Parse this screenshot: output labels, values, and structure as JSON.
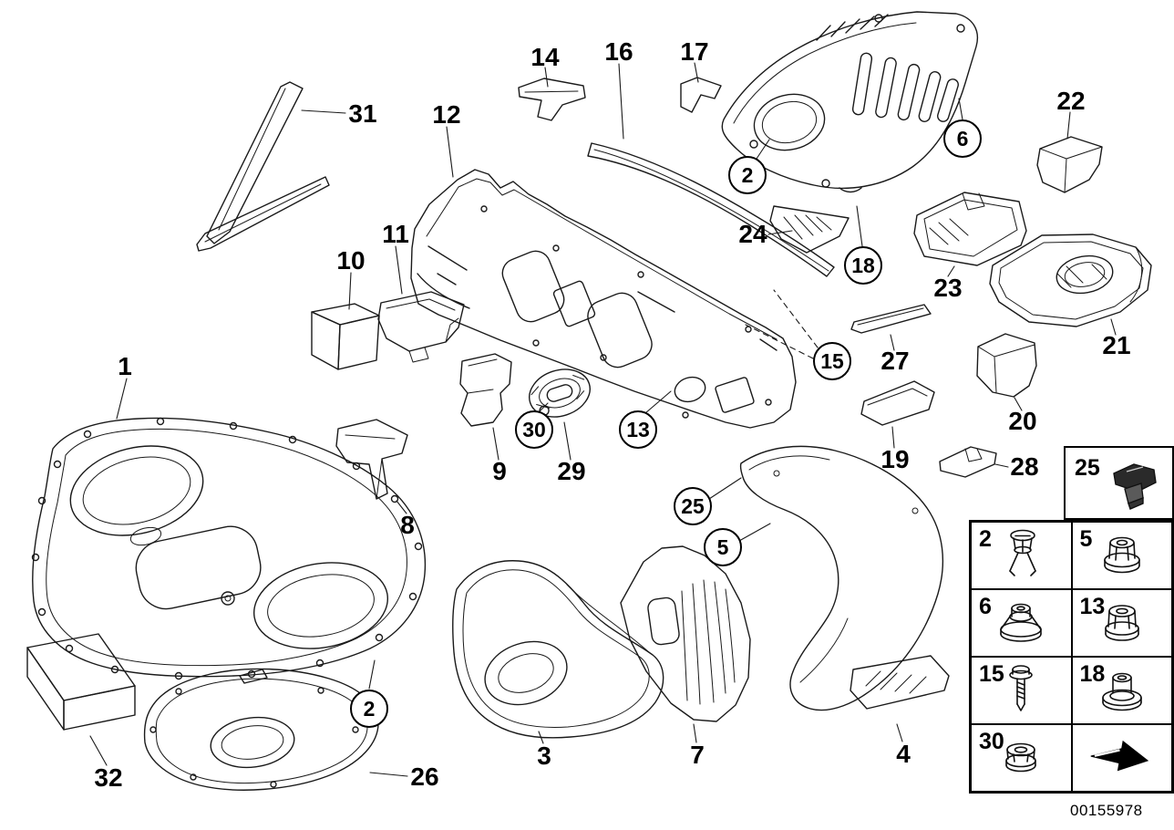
{
  "page": {
    "background_color": "#ffffff",
    "line_color": "#000000",
    "doc_number": "00155978"
  },
  "callouts": [
    {
      "label": "31",
      "circled": false
    },
    {
      "label": "14",
      "circled": false
    },
    {
      "label": "16",
      "circled": false
    },
    {
      "label": "17",
      "circled": false
    },
    {
      "label": "2",
      "circled": true
    },
    {
      "label": "6",
      "circled": true
    },
    {
      "label": "22",
      "circled": false
    },
    {
      "label": "12",
      "circled": false
    },
    {
      "label": "24",
      "circled": false
    },
    {
      "label": "18",
      "circled": true
    },
    {
      "label": "23",
      "circled": false
    },
    {
      "label": "10",
      "circled": false
    },
    {
      "label": "11",
      "circled": false
    },
    {
      "label": "15",
      "circled": true
    },
    {
      "label": "27",
      "circled": false
    },
    {
      "label": "21",
      "circled": false
    },
    {
      "label": "20",
      "circled": false
    },
    {
      "label": "19",
      "circled": false
    },
    {
      "label": "28",
      "circled": false
    },
    {
      "label": "1",
      "circled": false
    },
    {
      "label": "30",
      "circled": true
    },
    {
      "label": "13",
      "circled": true
    },
    {
      "label": "9",
      "circled": false
    },
    {
      "label": "29",
      "circled": false
    },
    {
      "label": "8",
      "circled": false
    },
    {
      "label": "25",
      "circled": true
    },
    {
      "label": "5",
      "circled": true
    },
    {
      "label": "2",
      "circled": true
    },
    {
      "label": "32",
      "circled": false
    },
    {
      "label": "26",
      "circled": false
    },
    {
      "label": "3",
      "circled": false
    },
    {
      "label": "7",
      "circled": false
    },
    {
      "label": "4",
      "circled": false
    }
  ],
  "legend": {
    "header_cell": {
      "label": "25",
      "icon": "plastic-clip-icon"
    },
    "cells": [
      {
        "label": "2",
        "icon": "expanding-rivet-icon"
      },
      {
        "label": "5",
        "icon": "flange-nut-icon"
      },
      {
        "label": "6",
        "icon": "washer-cap-nut-icon"
      },
      {
        "label": "13",
        "icon": "flange-nut-icon"
      },
      {
        "label": "15",
        "icon": "screw-icon"
      },
      {
        "label": "18",
        "icon": "washer-nut-icon"
      },
      {
        "label": "30",
        "icon": "hex-flange-nut-icon"
      },
      {
        "label": "",
        "icon": "direction-arrow-icon"
      }
    ]
  }
}
